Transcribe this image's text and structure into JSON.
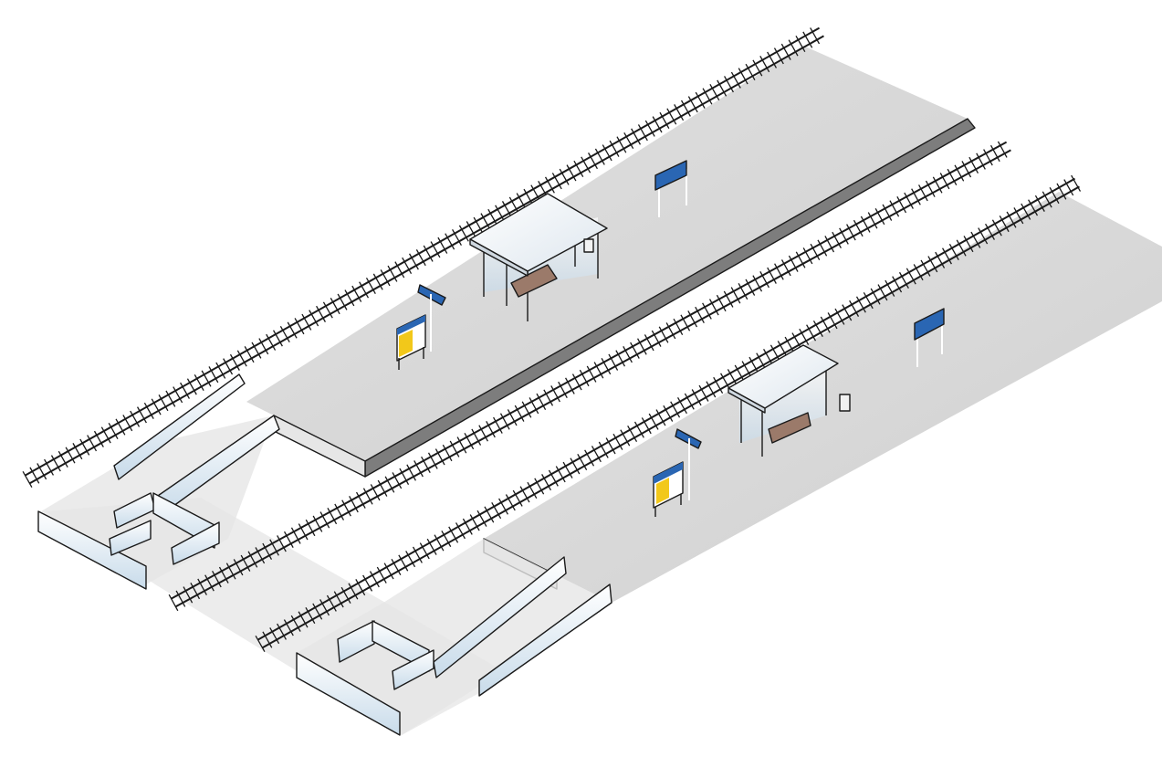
{
  "diagram": {
    "type": "isometric-railway-station",
    "platforms": [
      {
        "id": "platform-north",
        "kind": "side-platform",
        "tracks_adjacent": 2,
        "shelters": 1,
        "station_name_signs": 1,
        "platform_number_signs": 1
      },
      {
        "id": "platform-south",
        "kind": "island-platform",
        "tracks_adjacent": 2,
        "shelters": 1,
        "station_name_signs": 1,
        "platform_number_signs": 1
      }
    ],
    "tracks": 3,
    "stair_entrances": 2,
    "colors": {
      "platform_surface": "#d6d6d6",
      "platform_edge": "#8a8a8a",
      "rail": "#1a1a1a",
      "sign_blue": "#2a66b3",
      "sign_yellow": "#f2c81a",
      "shelter_roof": "#e8eef4",
      "glass": "#cfe0ee",
      "bench": "#9b7a6a"
    }
  }
}
